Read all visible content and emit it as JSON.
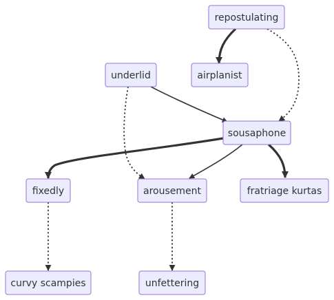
{
  "nodes": {
    "repostulating": "repostulating",
    "airplanist": "airplanist",
    "underlid": "underlid",
    "sousaphone": "sousaphone",
    "fixedly": "fixedly",
    "arousement": "arousement",
    "fratriage_kurtas": "fratriage kurtas",
    "curvy_scampies": "curvy scampies",
    "unfettering": "unfettering"
  },
  "edges": [
    {
      "from": "repostulating",
      "to": "airplanist",
      "style": "thick"
    },
    {
      "from": "repostulating",
      "to": "sousaphone",
      "style": "dotted"
    },
    {
      "from": "underlid",
      "to": "sousaphone",
      "style": "normal"
    },
    {
      "from": "underlid",
      "to": "arousement",
      "style": "dotted"
    },
    {
      "from": "sousaphone",
      "to": "fixedly",
      "style": "thick"
    },
    {
      "from": "sousaphone",
      "to": "arousement",
      "style": "normal"
    },
    {
      "from": "sousaphone",
      "to": "fratriage_kurtas",
      "style": "thick"
    },
    {
      "from": "fixedly",
      "to": "curvy_scampies",
      "style": "dotted"
    },
    {
      "from": "arousement",
      "to": "unfettering",
      "style": "dotted"
    }
  ],
  "colors": {
    "node_fill": "#ECECFF",
    "node_stroke": "#9370DB",
    "edge": "#333333",
    "text": "#333333"
  }
}
